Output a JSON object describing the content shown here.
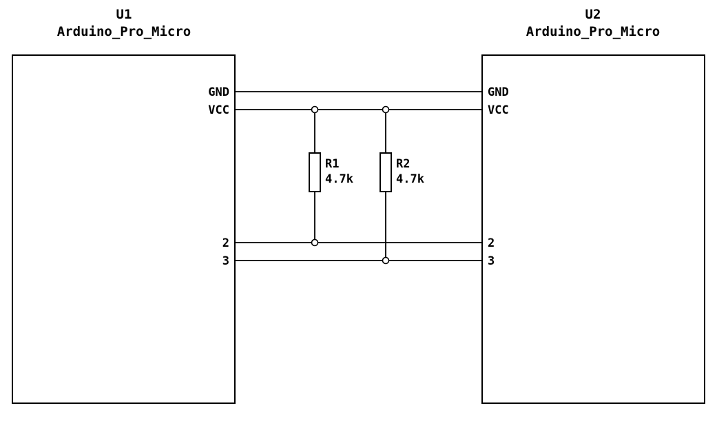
{
  "schematic": {
    "u1": {
      "ref": "U1",
      "value": "Arduino_Pro_Micro",
      "pins": {
        "gnd": "GND",
        "vcc": "VCC",
        "p2": "2",
        "p3": "3"
      }
    },
    "u2": {
      "ref": "U2",
      "value": "Arduino_Pro_Micro",
      "pins": {
        "gnd": "GND",
        "vcc": "VCC",
        "p2": "2",
        "p3": "3"
      }
    },
    "r1": {
      "ref": "R1",
      "value": "4.7k"
    },
    "r2": {
      "ref": "R2",
      "value": "4.7k"
    },
    "colors": {
      "wire": "#000000",
      "background": "#ffffff"
    }
  }
}
